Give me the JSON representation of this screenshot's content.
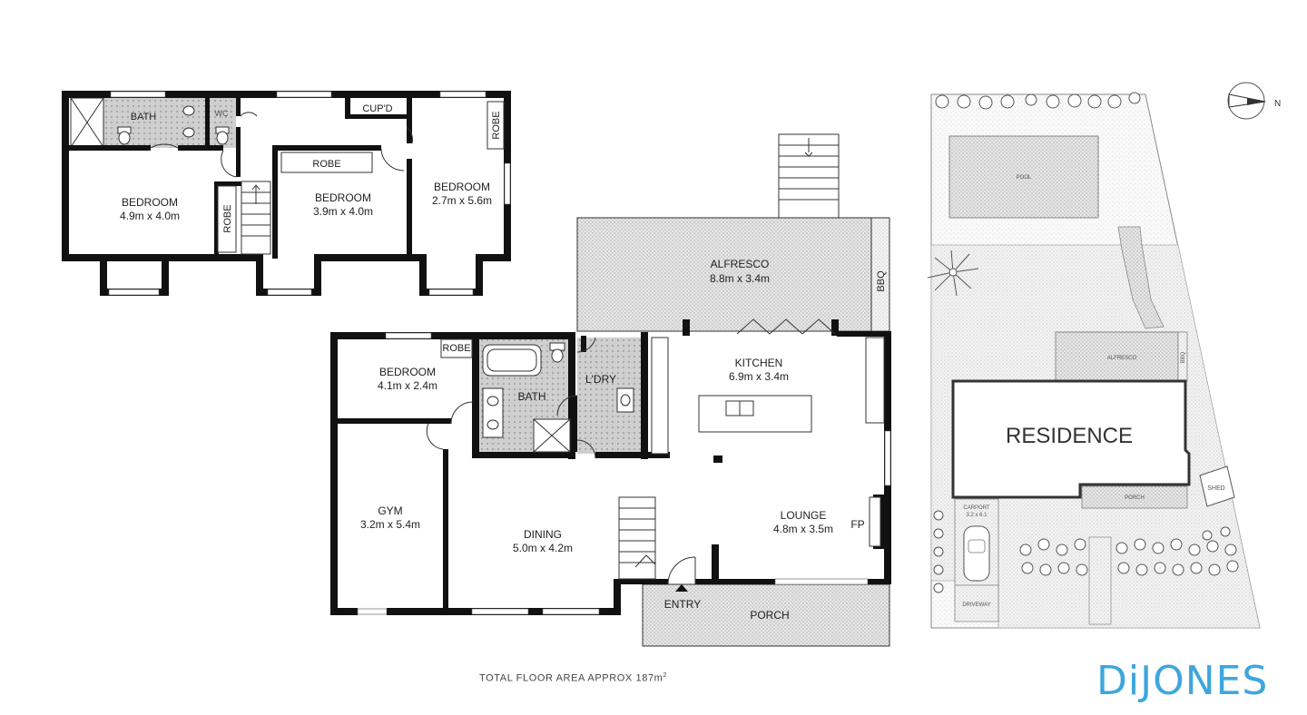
{
  "upper_floor": {
    "bath": "BATH",
    "wc": "WC",
    "cupd": "CUP'D",
    "robe_left": "ROBE",
    "robe_mid": "ROBE",
    "robe_right": "ROBE",
    "bedroom1": {
      "name": "BEDROOM",
      "size": "4.9m x 4.0m"
    },
    "bedroom2": {
      "name": "BEDROOM",
      "size": "3.9m x 4.0m"
    },
    "bedroom3": {
      "name": "BEDROOM",
      "size": "2.7m x 5.6m"
    }
  },
  "ground_floor": {
    "alfresco": {
      "name": "ALFRESCO",
      "size": "8.8m x 3.4m"
    },
    "bbq": "BBQ",
    "kitchen": {
      "name": "KITCHEN",
      "size": "6.9m x 3.4m"
    },
    "bedroom": {
      "name": "BEDROOM",
      "size": "4.1m x 2.4m"
    },
    "robe": "ROBE",
    "bath": "BATH",
    "laundry": "L'DRY",
    "gym": {
      "name": "GYM",
      "size": "3.2m x 5.4m"
    },
    "dining": {
      "name": "DINING",
      "size": "5.0m x 4.2m"
    },
    "lounge": {
      "name": "LOUNGE",
      "size": "4.8m x 3.5m"
    },
    "fp": "FP",
    "entry": "ENTRY",
    "porch": "PORCH"
  },
  "site_plan": {
    "pool": "POOL",
    "alfresco": "ALFRESCO",
    "bbq": "BBQ",
    "residence": "RESIDENCE",
    "porch": "PORCH",
    "carport": "CARPORT",
    "carport_size": "3.2 x 6.1",
    "shed": "SHED",
    "driveway": "DRIVEWAY",
    "north": "N"
  },
  "footer": {
    "area_label": "TOTAL FLOOR AREA  APPROX  187m",
    "area_sup": "2"
  },
  "brand": {
    "name": "DiJONES",
    "color": "#3ea6dd"
  }
}
